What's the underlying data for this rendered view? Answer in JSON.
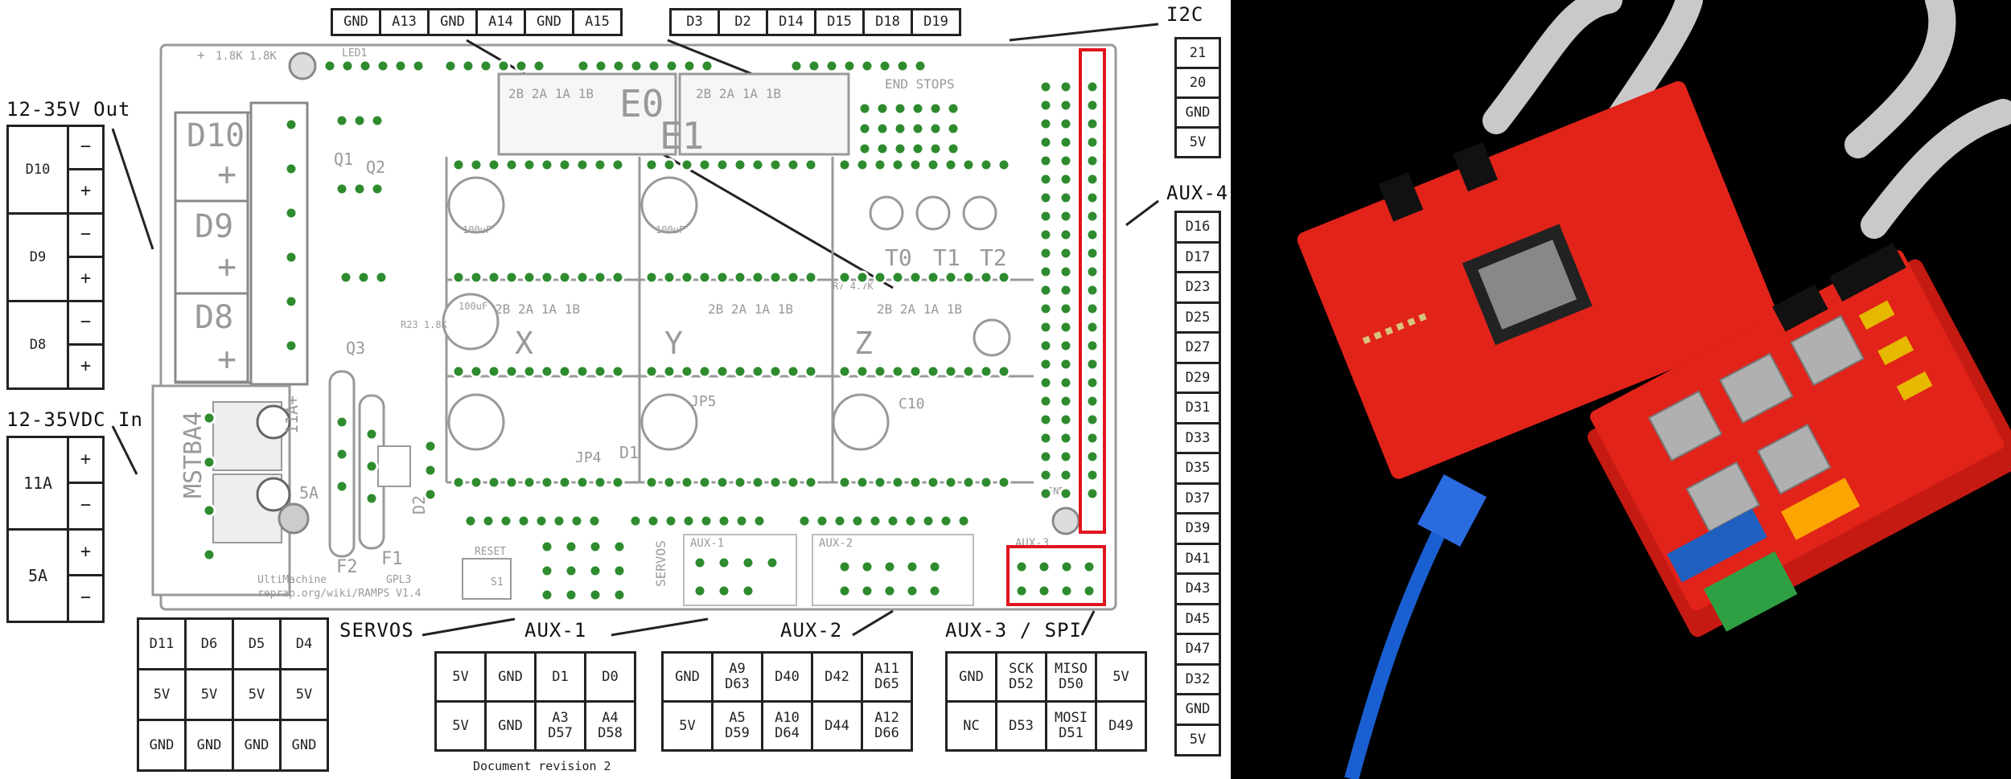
{
  "top_left_header": [
    "GND",
    "A13",
    "GND",
    "A14",
    "GND",
    "A15"
  ],
  "top_right_header": [
    "D3",
    "D2",
    "D14",
    "D15",
    "D18",
    "D19"
  ],
  "i2c": {
    "label": "I2C",
    "pins": [
      "21",
      "20",
      "GND",
      "5V"
    ]
  },
  "aux4": {
    "label": "AUX-4",
    "pins": [
      "D16",
      "D17",
      "D23",
      "D25",
      "D27",
      "D29",
      "D31",
      "D33",
      "D35",
      "D37",
      "D39",
      "D41",
      "D43",
      "D45",
      "D47",
      "D32",
      "GND",
      "5V"
    ]
  },
  "out": {
    "label": "12-35V Out",
    "rows": [
      {
        "name": "D10",
        "minus": "−",
        "plus": "+"
      },
      {
        "name": "D9",
        "minus": "−",
        "plus": "+"
      },
      {
        "name": "D8",
        "minus": "−",
        "plus": "+"
      }
    ]
  },
  "in": {
    "label": "12-35VDC In",
    "rows": [
      {
        "name": "11A",
        "plus": "+",
        "minus": "−"
      },
      {
        "name": "5A",
        "plus": "+",
        "minus": "−"
      }
    ]
  },
  "servos": {
    "label": "SERVOS",
    "rows": [
      [
        "D11",
        "D6",
        "D5",
        "D4"
      ],
      [
        "5V",
        "5V",
        "5V",
        "5V"
      ],
      [
        "GND",
        "GND",
        "GND",
        "GND"
      ]
    ]
  },
  "aux1": {
    "label": "AUX-1",
    "rows": [
      [
        "5V",
        "GND",
        "D1",
        "D0"
      ],
      [
        "5V",
        "GND",
        "A3\nD57",
        "A4\nD58"
      ]
    ]
  },
  "aux2": {
    "label": "AUX-2",
    "rows": [
      [
        "GND",
        "A9\nD63",
        "D40",
        "D42",
        "A11\nD65"
      ],
      [
        "5V",
        "A5\nD59",
        "A10\nD64",
        "D44",
        "A12\nD66"
      ]
    ]
  },
  "aux3": {
    "label": "AUX-3 / SPI",
    "rows": [
      [
        "GND",
        "SCK\nD52",
        "MISO\nD50",
        "5V"
      ],
      [
        "NC",
        "D53",
        "MOSI\nD51",
        "D49"
      ]
    ]
  },
  "board_text": {
    "e0": "E0",
    "e1": "E1",
    "x": "X",
    "y": "Y",
    "z": "Z",
    "t0": "T0",
    "t1": "T1",
    "t2": "T2",
    "d10": "D10",
    "d9": "D9",
    "d8": "D8",
    "mstba4": "MSTBA4",
    "end_stops": "END STOPS",
    "coils": "2B 2A 1A 1B",
    "credit1": "UltiMachine",
    "credit2": "reprap.org/wiki/RAMPS V1.4",
    "gpl": "GPL3",
    "q1": "Q1",
    "q2": "Q2",
    "q3": "Q3",
    "reset": "RESET",
    "s1": "S1",
    "d1": "D1",
    "d2": "D2",
    "f1": "F1",
    "f2": "F2",
    "aux1_small": "AUX-1",
    "aux2_small": "AUX-2",
    "aux3_small": "AUX-3",
    "servos_small": "SERVOS",
    "gnd_small": "GND",
    "c100": "100uF",
    "jp4": "JP4",
    "jp5": "JP5",
    "c10": "C10",
    "led1": "LED1",
    "r7": "R7 4.7K",
    "r23": "R23 1.8K",
    "r1k": "1.8K 1.8K",
    "a11": "11A+",
    "a5": "5A"
  },
  "doc_revision": "Document revision 2",
  "colors": {
    "board_outline": "#999999",
    "pad": "#2e8b2e",
    "highlight": "#e0141e",
    "photo_bg": "#000000",
    "pcb_red": "#e2231a"
  }
}
